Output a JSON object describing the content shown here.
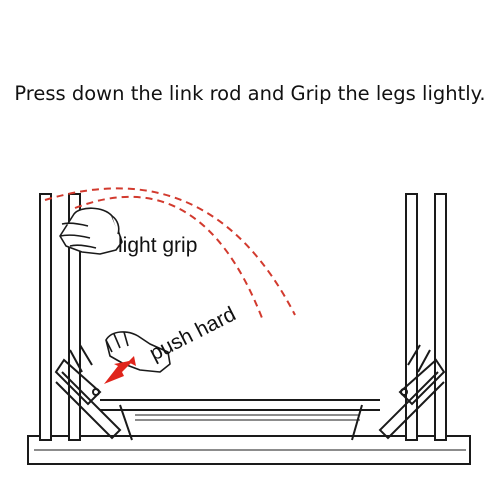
{
  "diagram": {
    "instruction": "Press down the link rod and Grip the legs lightly.",
    "labels": {
      "light_grip": "light grip",
      "push_hard": "push hard"
    },
    "icons": {
      "grip_hand": "hand-grip-icon",
      "push_hand": "hand-push-icon",
      "push_arrow": "red-arrow-icon"
    },
    "colors": {
      "line": "#1a1a1a",
      "motion_path": "#d23a2e",
      "arrow": "#e0241b"
    }
  }
}
